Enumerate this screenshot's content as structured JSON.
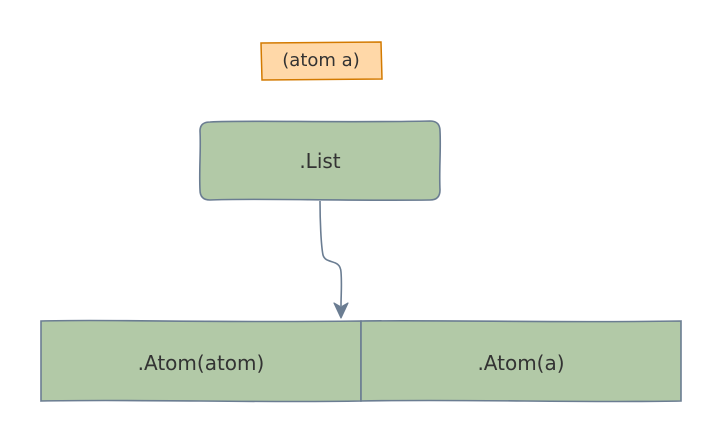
{
  "expression": {
    "label": "(atom a)",
    "fill": "#ffd8a8",
    "stroke": "#d37a00"
  },
  "list_node": {
    "label": ".List",
    "fill": "#b2c9a7",
    "stroke": "#6b7d92"
  },
  "atom_nodes": [
    {
      "label": ".Atom(atom)"
    },
    {
      "label": ".Atom(a)"
    }
  ],
  "atom_fill": "#b2c9a7",
  "atom_stroke": "#6b7d92",
  "connector_color": "#6b7d92"
}
